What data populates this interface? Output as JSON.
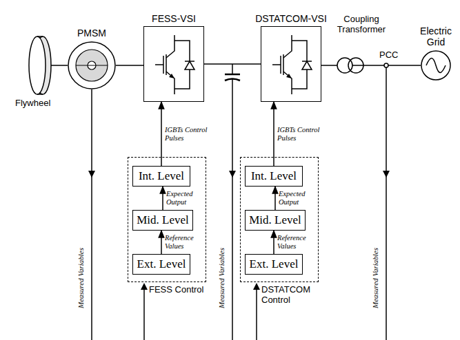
{
  "diagram": {
    "nodes": [
      {
        "text": [
          "PMSM"
        ]
      },
      {
        "text": [
          "FESS-VSI"
        ]
      },
      {
        "text": [
          "DSTATCOM-VSI"
        ]
      },
      {
        "text": [
          "Electric Grid"
        ]
      },
      {
        "text": [
          "FESS Control"
        ]
      },
      {
        "text": [
          "Int. Level"
        ],
        "in": 4
      },
      {
        "text": [
          "Mid. Level"
        ],
        "in": 4
      },
      {
        "text": [
          "Ext. Level"
        ],
        "in": 4
      },
      {
        "text": [
          "DSTATCOM Control"
        ]
      },
      {
        "text": [
          "Int. Level"
        ],
        "in": 8
      },
      {
        "text": [
          "Mid. Level"
        ],
        "in": 8
      },
      {
        "text": [
          "Ext. Level"
        ],
        "in": 8
      }
    ],
    "edges": [
      {
        "from": 0,
        "to": 1,
        "arrow": "none"
      },
      {
        "from": 1,
        "to": 2,
        "arrow": "none"
      },
      {
        "from": 2,
        "to": 3,
        "arrow": "none"
      },
      {
        "from": 7,
        "to": 6,
        "label": "Reference Values",
        "arrow": "to"
      },
      {
        "from": 6,
        "to": 5,
        "label": "Expected Output",
        "arrow": "to"
      },
      {
        "from": 5,
        "to": 1,
        "label": "IGBTs Control Pulses",
        "arrow": "to"
      },
      {
        "from": 11,
        "to": 10,
        "label": "Reference Values",
        "arrow": "to"
      },
      {
        "from": 10,
        "to": 9,
        "label": "Expected Output",
        "arrow": "to"
      },
      {
        "from": 9,
        "to": 2,
        "label": "IGBTs Control Pulses",
        "arrow": "to"
      }
    ],
    "labels": [
      "Flywheel",
      "Coupling Transformer",
      "PCC",
      "Measured Variables",
      "Measured Variables",
      "Measured Variables"
    ]
  }
}
